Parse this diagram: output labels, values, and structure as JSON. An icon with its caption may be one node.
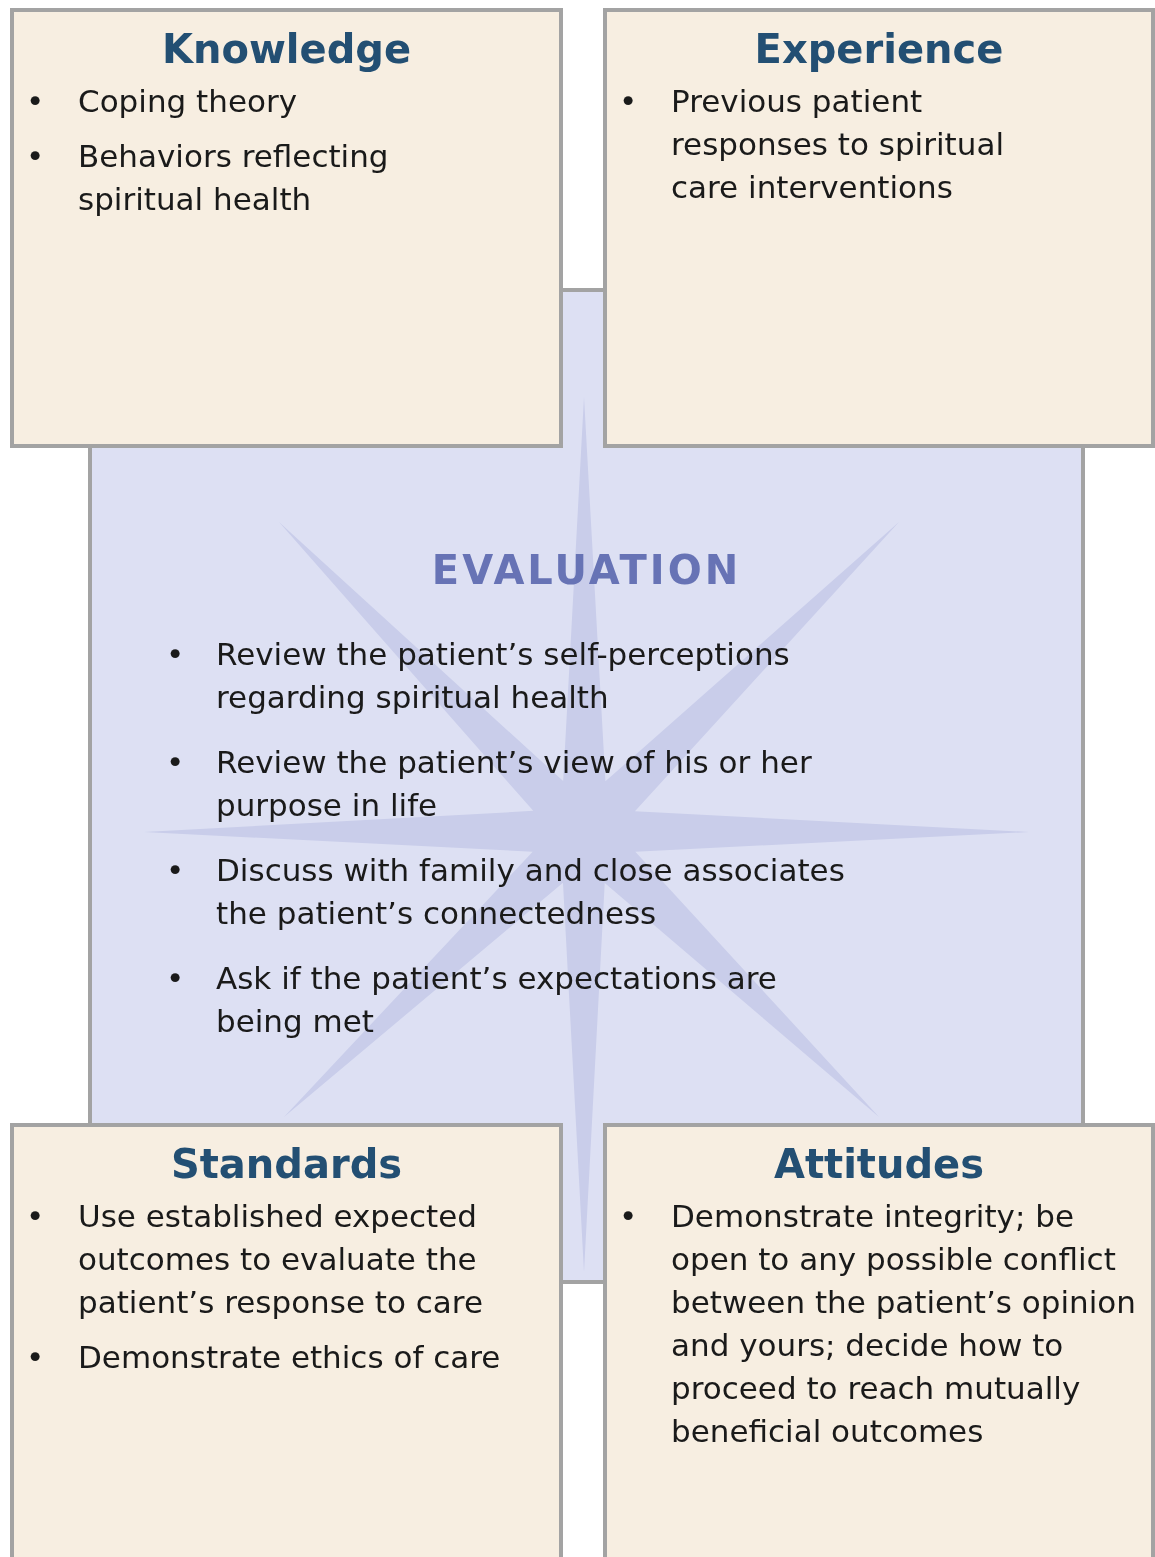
{
  "diagram": {
    "nodes": [
      {
        "text": [
          "Knowledge",
          "Coping theory",
          "Behaviors reflecting spiritual health"
        ]
      },
      {
        "text": [
          "Experience",
          "Previous patient responses to spiritual care interventions"
        ]
      },
      {
        "text": [
          "EVALUATION",
          "Review the patient’s self-perceptions regarding spiritual health",
          "Review the patient’s view of his or her purpose in life",
          "Discuss with family and close associates the patient’s connectedness",
          "Ask if the patient’s expectations are being met"
        ]
      },
      {
        "text": [
          "Standards",
          "Use established expected outcomes to evaluate the patient’s response to care",
          "Demonstrate ethics of care"
        ]
      },
      {
        "text": [
          "Attitudes",
          "Demonstrate integrity; be open to any possible conflict between the patient’s opinion and yours; decide how to proceed to reach mutually beneficial outcomes"
        ]
      }
    ],
    "edges": [],
    "labels": [
      "•",
      "•",
      "•",
      "•",
      "•",
      "•",
      "•",
      "•",
      "•",
      "•"
    ]
  }
}
